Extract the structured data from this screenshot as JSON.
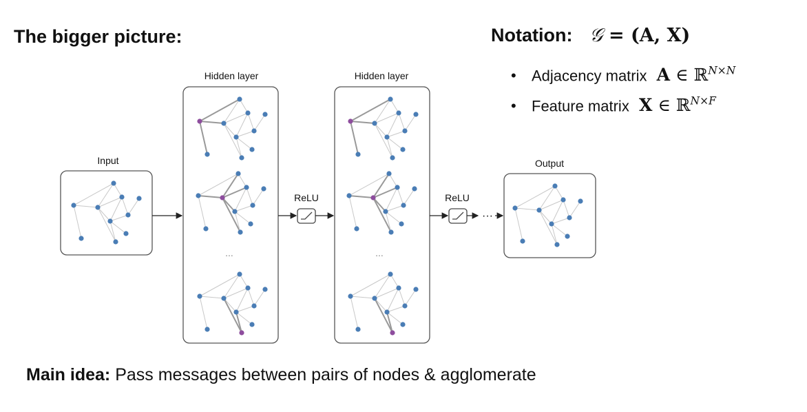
{
  "title": "The bigger picture:",
  "notation": {
    "label": "Notation:",
    "graph_symbol": "𝒢",
    "graph_rhs": "= (A, X)",
    "items": [
      {
        "label": "Adjacency matrix",
        "symbol": "A",
        "rel": "∈ ℝ",
        "exp": "N×N"
      },
      {
        "label": "Feature matrix",
        "symbol": "X",
        "rel": "∈ ℝ",
        "exp": "N×F"
      }
    ]
  },
  "diagram": {
    "input_label": "Input",
    "hidden1_label": "Hidden layer",
    "hidden2_label": "Hidden layer",
    "output_label": "Output",
    "relu1_label": "ReLU",
    "relu2_label": "ReLU",
    "ellipsis_h1": "...",
    "ellipsis_h2": "...",
    "ellipsis_flow": "···"
  },
  "colors": {
    "node": "#4a7db5",
    "highlight": "#8e4d9e",
    "edge": "#c8c8c8",
    "active_edge": "#999999",
    "border": "#555555"
  },
  "main_idea": {
    "label": "Main idea:",
    "text": " Pass messages between pairs of nodes & agglomerate"
  }
}
